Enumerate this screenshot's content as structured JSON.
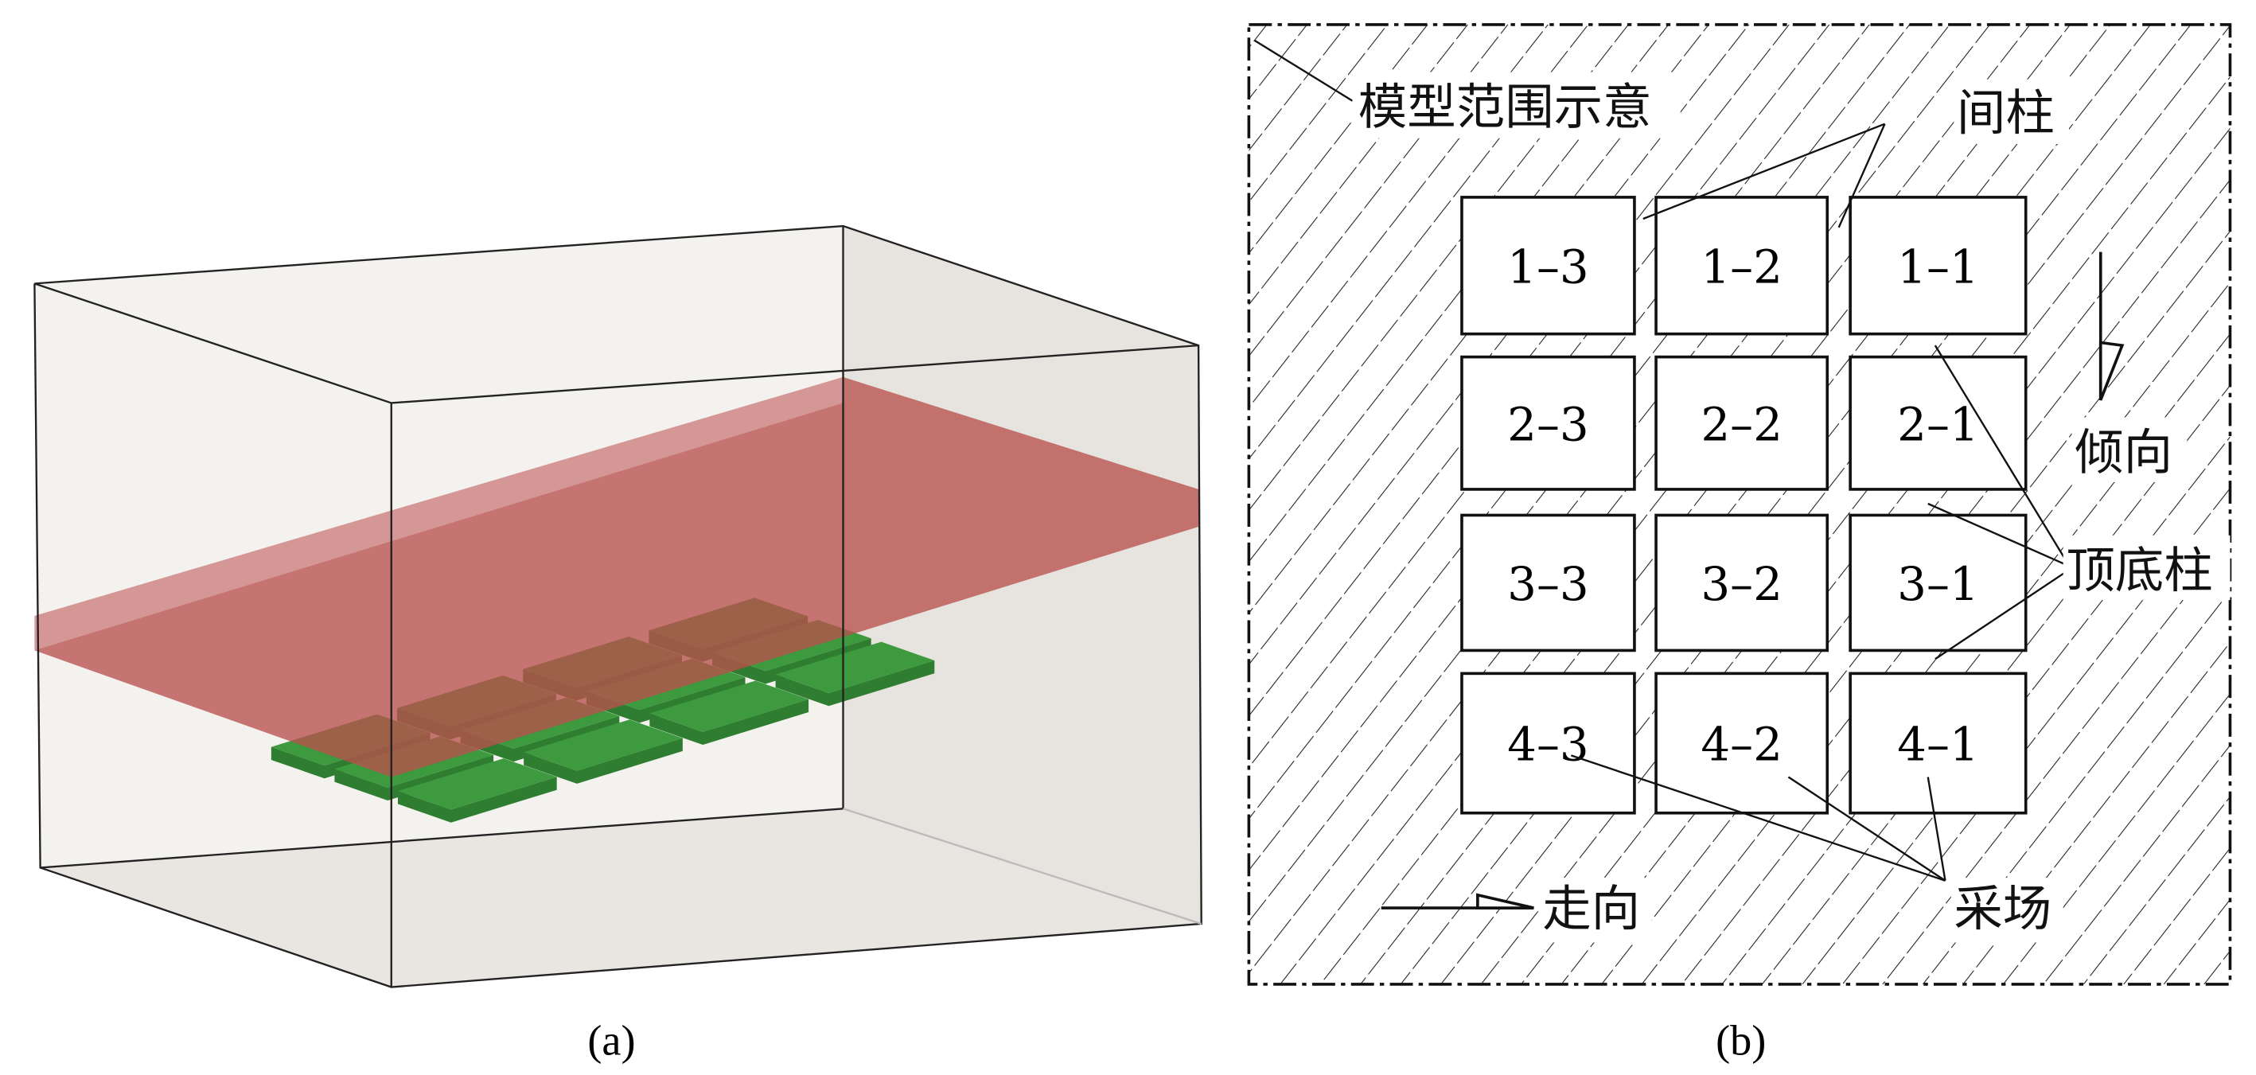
{
  "panel_a": {
    "caption": "(a)",
    "colors": {
      "box_face": "#f4f2ef",
      "box_side": "#e5e1dd",
      "ore_body": "#b9514d",
      "ore_body_top": "#d28f8b",
      "stope": "#3d9a3e",
      "stope_side": "#2e7d30"
    }
  },
  "panel_b": {
    "caption": "(b)",
    "stopes": [
      [
        "1–3",
        "1–2",
        "1–1"
      ],
      [
        "2–3",
        "2–2",
        "2–1"
      ],
      [
        "3–3",
        "3–2",
        "3–1"
      ],
      [
        "4–3",
        "4–2",
        "4–1"
      ]
    ],
    "labels": {
      "model_extent": "模型范围示意",
      "rib_pillar": "间柱",
      "dip_direction": "倾向",
      "crown_sill_pillar": "顶底柱",
      "strike_direction": "走向",
      "stope": "采场"
    }
  }
}
